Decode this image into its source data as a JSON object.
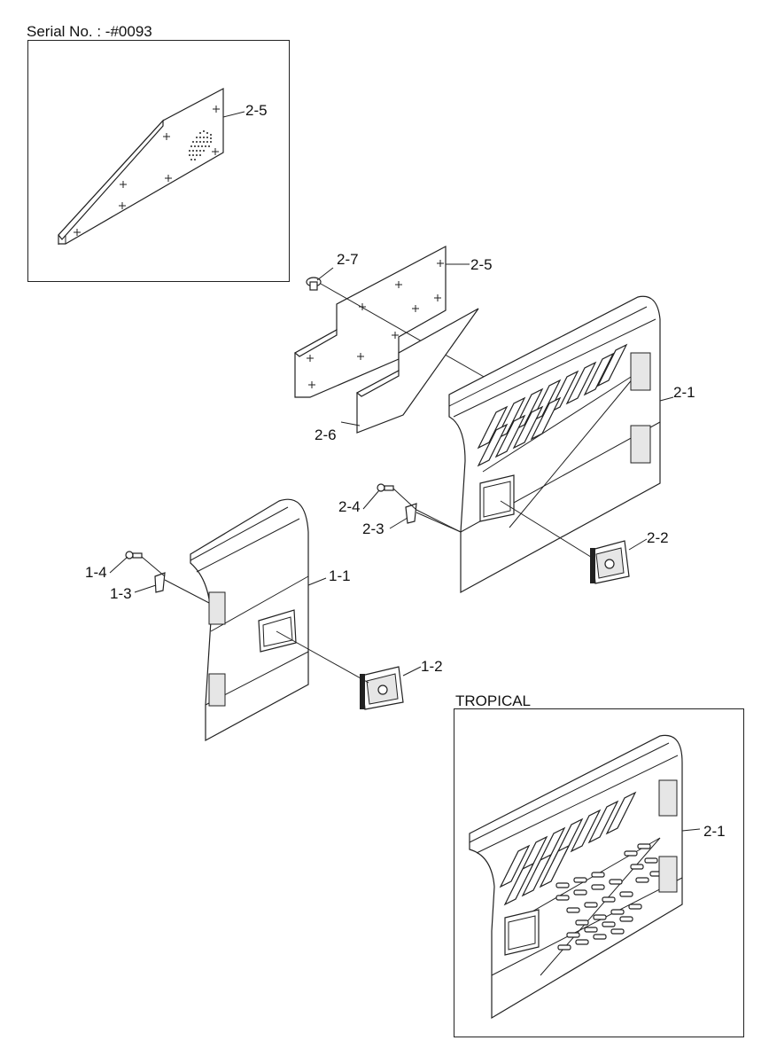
{
  "header": {
    "serial_label": "Serial No. : -#0093"
  },
  "insets": {
    "tropical_title": "TROPICAL"
  },
  "callouts": {
    "c_2_5_inset": "2-5",
    "c_2_7": "2-7",
    "c_2_5": "2-5",
    "c_2_1": "2-1",
    "c_2_6": "2-6",
    "c_2_4": "2-4",
    "c_2_3": "2-3",
    "c_2_2": "2-2",
    "c_1_4": "1-4",
    "c_1_3": "1-3",
    "c_1_1": "1-1",
    "c_1_2": "1-2",
    "c_2_1_tropical": "2-1"
  }
}
